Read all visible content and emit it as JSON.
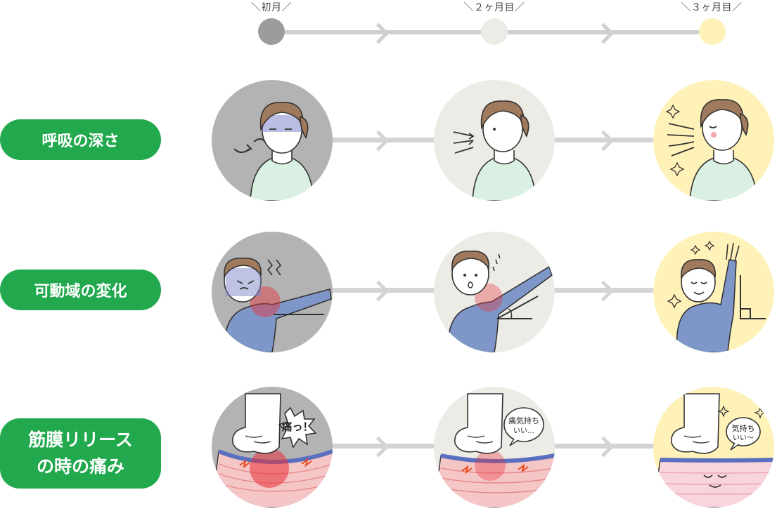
{
  "timeline": {
    "months": [
      {
        "label": "＼初月／",
        "color": "#b3b3b3"
      },
      {
        "label": "＼２ヶ月目／",
        "color": "#ecebe6"
      },
      {
        "label": "＼３ヶ月目／",
        "color": "#fff2b8"
      }
    ]
  },
  "rows": [
    {
      "label_lines": [
        "呼吸の深さ"
      ]
    },
    {
      "label_lines": [
        "可動域の変化"
      ]
    },
    {
      "label_lines": [
        "筋膜リリース",
        "の時の痛み"
      ]
    }
  ],
  "speech": {
    "pain": "痛っ！",
    "comfort_mid_line1": "痛気持ち",
    "comfort_mid_line2": "いい…",
    "comfort_end_line1": "気持ち",
    "comfort_end_line2": "いい〜"
  },
  "colors": {
    "accent_green": "#22a94e",
    "connector_gray": "#d4d4d4",
    "shirt": "#d9f0e3",
    "sweater": "#7f97c8",
    "hair": "#a07a5c",
    "pain_red": "#e8303a"
  }
}
